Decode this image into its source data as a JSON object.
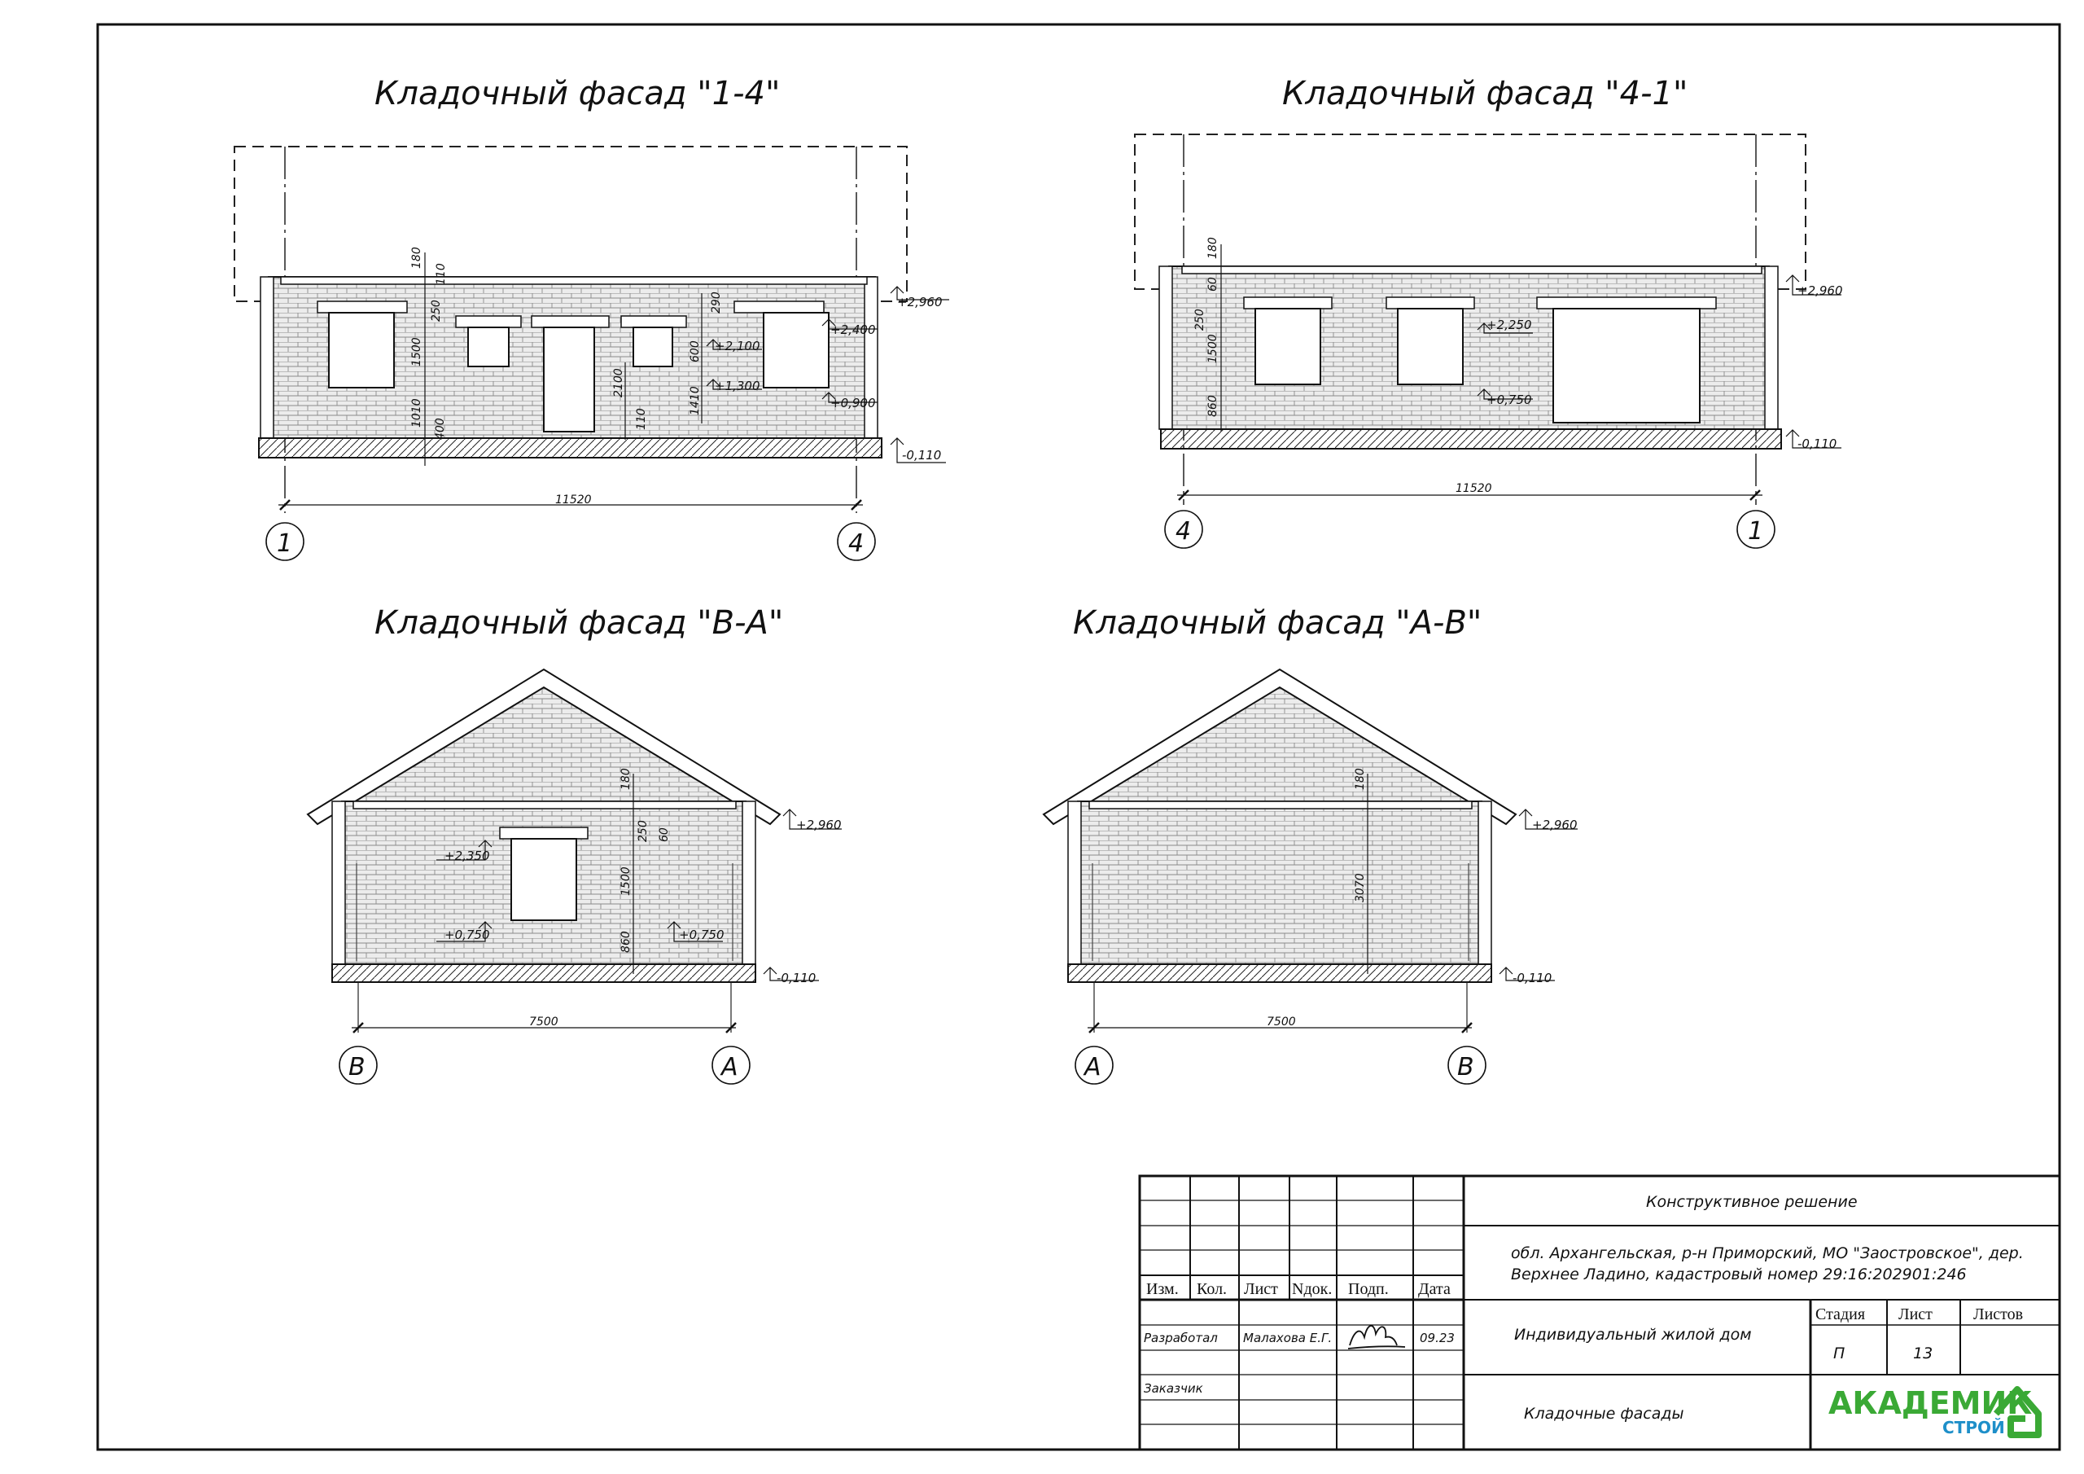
{
  "facades": [
    {
      "title": "Кладочный фасад \"1-4\"",
      "width": "11520",
      "axis_left": "1",
      "axis_right": "4",
      "elev_top": "+2,960",
      "elev_bottom": "-0,110",
      "marks": [
        "+2,400",
        "+2,100",
        "+1,300",
        "+0,900"
      ],
      "dims": [
        "180",
        "110",
        "250",
        "1500",
        "1010",
        "400",
        "2100",
        "110",
        "290",
        "600",
        "1410"
      ]
    },
    {
      "title": "Кладочный фасад \"4-1\"",
      "width": "11520",
      "axis_left": "4",
      "axis_right": "1",
      "elev_top": "+2,960",
      "elev_bottom": "-0,110",
      "marks": [
        "+2,250",
        "+0,750"
      ],
      "dims": [
        "180",
        "60",
        "250",
        "1500",
        "860"
      ]
    },
    {
      "title": "Кладочный фасад \"В-А\"",
      "width": "7500",
      "axis_left": "В",
      "axis_right": "А",
      "elev_top": "+2,960",
      "elev_bottom": "-0,110",
      "marks": [
        "+2,350",
        "+0,750",
        "+0,750"
      ],
      "dims": [
        "180",
        "250",
        "60",
        "1500",
        "860"
      ]
    },
    {
      "title": "Кладочный фасад \"А-В\"",
      "width": "7500",
      "axis_left": "А",
      "axis_right": "В",
      "elev_top": "+2,960",
      "elev_bottom": "-0,110",
      "marks": [],
      "dims": [
        "180",
        "3070"
      ]
    }
  ],
  "title_block": {
    "headers": [
      "Изм.",
      "Кол.",
      "Лист",
      "Nдок.",
      "Подп.",
      "Дата"
    ],
    "developed_label": "Разработал",
    "developed_name": "Малахова Е.Г.",
    "developed_date": "09.23",
    "customer_label": "Заказчик",
    "section": "Конструктивное решение",
    "address_line1": "обл. Архангельская, р-н Приморский, МО \"Заостровское\", дер.",
    "address_line2": "Верхнее Ладино, кадастровый номер 29:16:202901:246",
    "object": "Индивидуальный жилой дом",
    "sheet_title": "Кладочные фасады",
    "stage_label": "Стадия",
    "sheet_label": "Лист",
    "sheets_label": "Листов",
    "stage": "П",
    "sheet": "13",
    "logo_main": "АКАДЕМИК",
    "logo_sub": "СТРОЙ"
  },
  "colors": {
    "line": "#111111",
    "brick": "#dcdcdc",
    "logo_green": "#3aa935",
    "logo_blue": "#1e8fc9"
  }
}
